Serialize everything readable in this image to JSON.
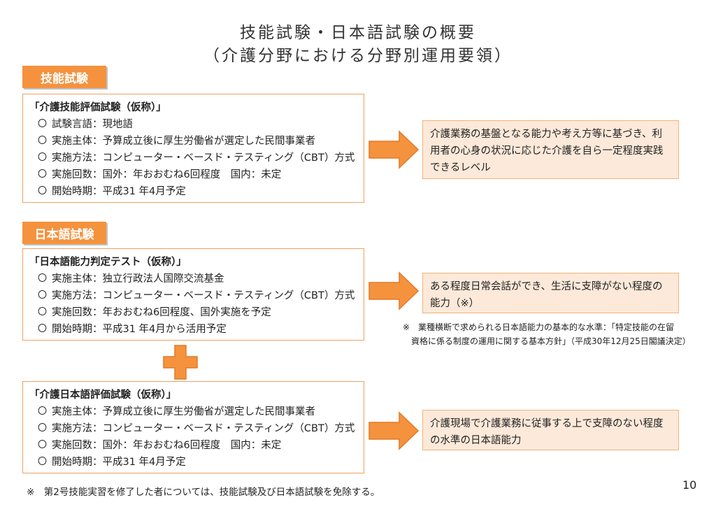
{
  "title": {
    "line1": "技能試験・日本語試験の概要",
    "line2": "（介護分野における分野別運用要領）"
  },
  "skill_section": {
    "tag": "技能試験",
    "box": {
      "title": "「介護技能評価試験（仮称）」",
      "items": [
        {
          "mark": "〇",
          "label": "試験言語：",
          "value": "現地語"
        },
        {
          "mark": "〇",
          "label": "実施主体：",
          "value": "予算成立後に厚生労働省が選定した民間事業者"
        },
        {
          "mark": "〇",
          "label": "実施方法：",
          "value": "コンピューター・ベースド・テスティング（CBT）方式"
        },
        {
          "mark": "〇",
          "label": "実施回数：",
          "value": "国外：年おおむね6回程度　国内：未定"
        },
        {
          "mark": "〇",
          "label": "開始時期：",
          "value": "平成31 年4月予定"
        }
      ]
    },
    "level": "介護業務の基盤となる能力や考え方等に基づき、利用者の心身の状況に応じた介護を自ら一定程度実践できるレベル"
  },
  "jp_section": {
    "tag": "日本語試験",
    "box1": {
      "title": "「日本語能力判定テスト（仮称）」",
      "items": [
        {
          "mark": "〇",
          "label": "実施主体：",
          "value": "独立行政法人国際交流基金"
        },
        {
          "mark": "〇",
          "label": "実施方法：",
          "value": "コンピューター・ベースド・テスティング（CBT）方式"
        },
        {
          "mark": "〇",
          "label": "実施回数：",
          "value": "年おおむね6回程度、国外実施を予定"
        },
        {
          "mark": "〇",
          "label": "開始時期：",
          "value": "平成31 年4月から活用予定"
        }
      ]
    },
    "level1": "ある程度日常会話ができ、生活に支障がない程度の能力（※）",
    "note": {
      "line1": "※　業種横断で求められる日本語能力の基本的な水準：「特定技能の在留",
      "line2": "資格に係る制度の運用に関する基本方針」（平成30年12月25日閣議決定）"
    },
    "box2": {
      "title": "「介護日本語評価試験（仮称）」",
      "items": [
        {
          "mark": "〇",
          "label": "実施主体：",
          "value": "予算成立後に厚生労働省が選定した民間事業者"
        },
        {
          "mark": "〇",
          "label": "実施方法：",
          "value": "コンピューター・ベースド・テスティング（CBT）方式"
        },
        {
          "mark": "〇",
          "label": "実施回数：",
          "value": "国外：年おおむね6回程度　国内：未定"
        },
        {
          "mark": "〇",
          "label": "開始時期：",
          "value": "平成31 年4月予定"
        }
      ]
    },
    "level2": "介護現場で介護業務に従事する上で支障のない程度の水準の日本語能力"
  },
  "footer": "※　第2号技能実習を修了した者については、技能試験及び日本語試験を免除する。",
  "page_number": "10",
  "colors": {
    "accent": "#f5923e",
    "level_bg": "#fde9d9",
    "box_border": "#f0a060"
  }
}
